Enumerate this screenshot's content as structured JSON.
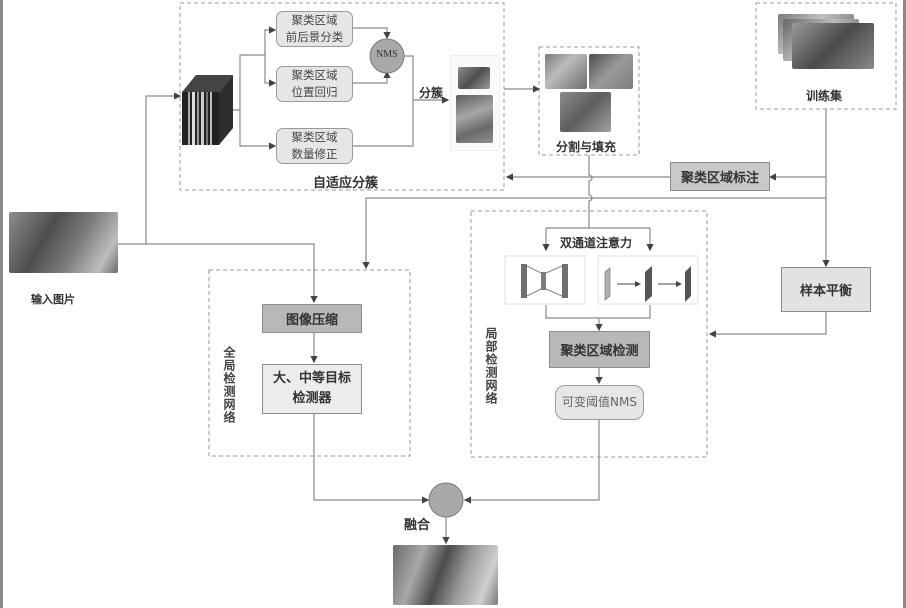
{
  "diagram": {
    "type": "flowchart",
    "colors": {
      "line": "#8a8a8a",
      "dark_box": "#b8b8b8",
      "light_box": "#ececec",
      "circle": "#a9a9a9",
      "dashed_border": "#9a9a9a"
    },
    "adaptive_clustering": {
      "group_label": "自适应分簇",
      "branch_1": [
        "聚类区域",
        "前后景分类"
      ],
      "branch_2": [
        "聚类区域",
        "位置回归"
      ],
      "branch_3": [
        "聚类区域",
        "数量修正"
      ],
      "nms_label": "NMS",
      "cluster_label": "分簇"
    },
    "split_fill": {
      "label": "分割与填充"
    },
    "training_set": {
      "label": "训练集"
    },
    "cluster_annotation": {
      "label": "聚类区域标注"
    },
    "sample_balance": {
      "label": "样本平衡"
    },
    "input_image": {
      "label": "输入图片"
    },
    "global_network": {
      "group_label": "全局检测网络",
      "compress_label": "图像压缩",
      "detector_line1": "大、中等目标",
      "detector_line2": "检测器"
    },
    "local_network": {
      "group_label": "局部检测网络",
      "attention_label": "双通道注意力",
      "cluster_detect_label": "聚类区域检测",
      "variable_nms_label": "可变阈值NMS"
    },
    "fusion": {
      "label": "融合"
    }
  }
}
